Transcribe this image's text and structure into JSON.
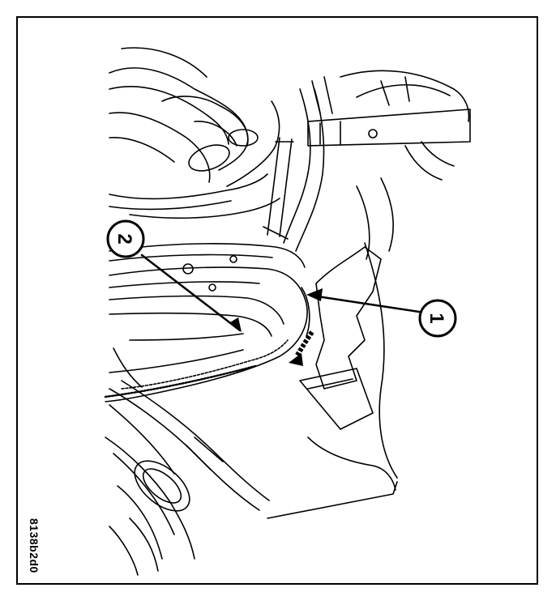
{
  "diagram": {
    "figure_id": "8138b2d0",
    "callouts": [
      {
        "label": "1"
      },
      {
        "label": "2"
      }
    ],
    "colors": {
      "ink": "#000000",
      "paper": "#ffffff"
    }
  }
}
